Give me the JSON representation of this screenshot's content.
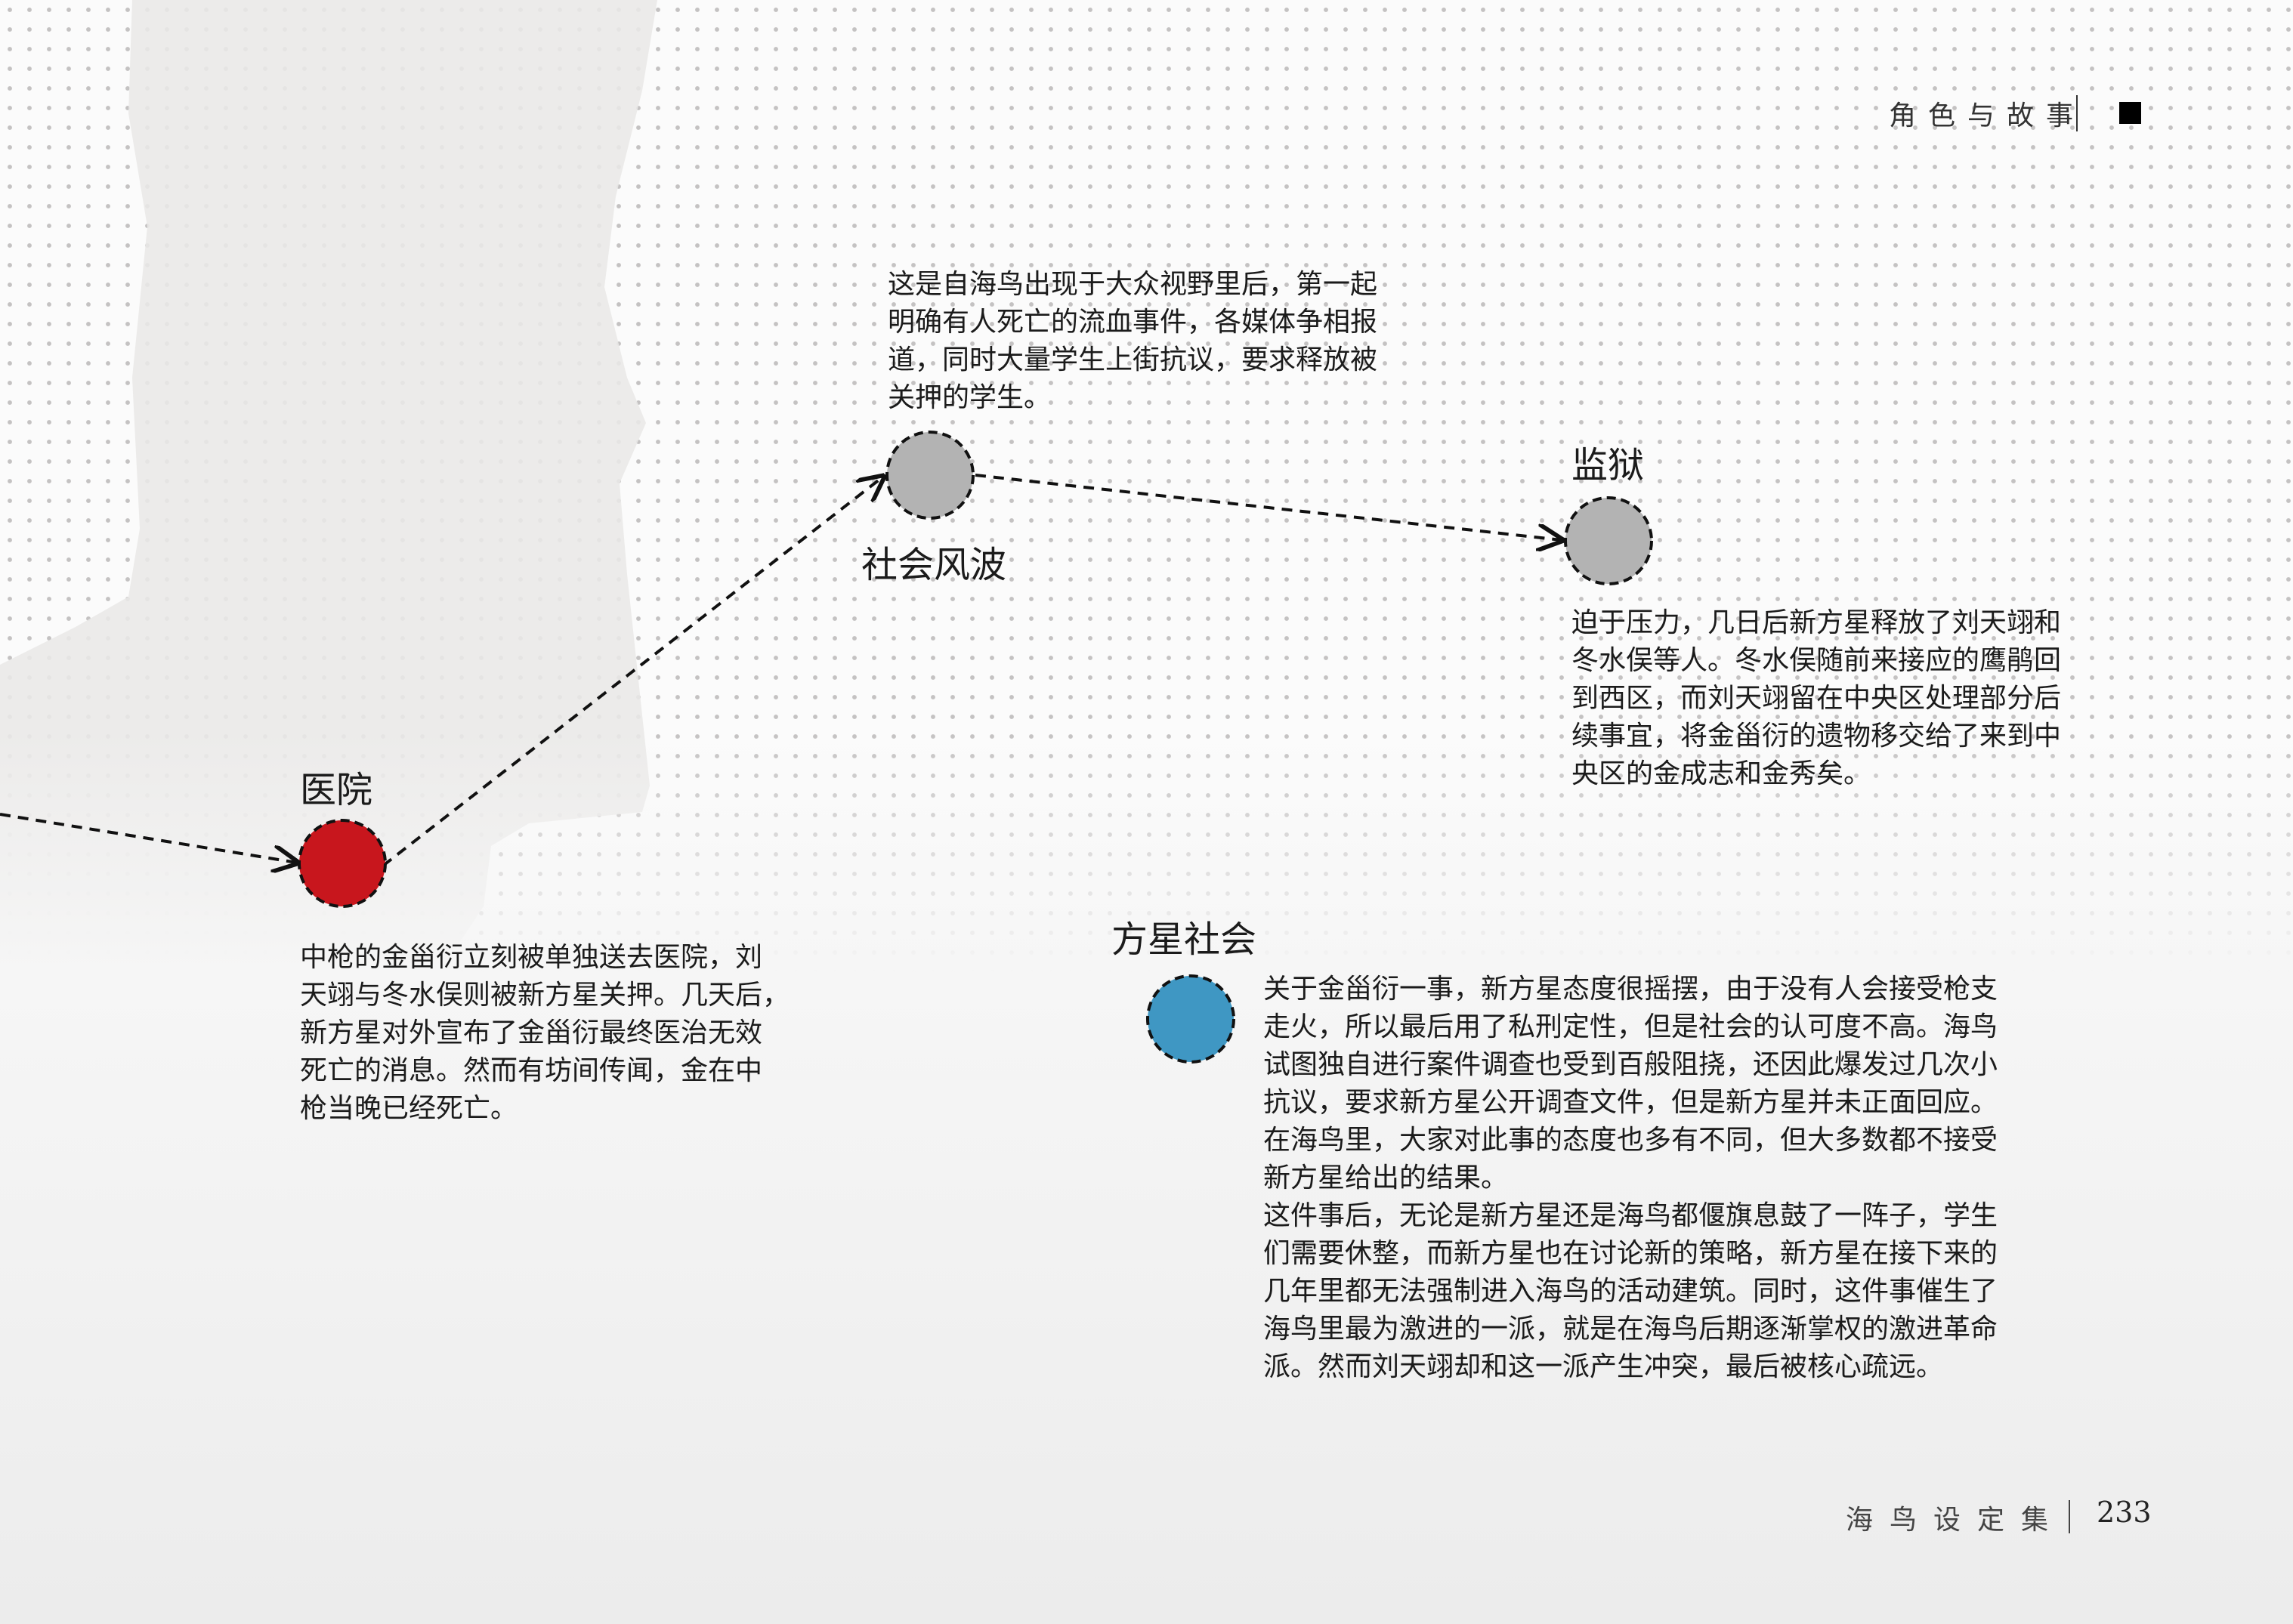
{
  "header": {
    "section_title": "角色与故事"
  },
  "footer": {
    "book_title": "海鸟设定集",
    "page_number": "233"
  },
  "colors": {
    "hospital": "#c8161d",
    "neutral": "#b3b3b3",
    "society": "#3f97c3"
  },
  "nodes": {
    "social_unrest": {
      "label": "社会风波",
      "text": [
        "这是自海鸟出现于大众视野里后，第一起",
        "明确有人死亡的流血事件，各媒体争相报",
        "道，同时大量学生上街抗议，要求释放被",
        "关押的学生。"
      ]
    },
    "prison": {
      "label": "监狱",
      "text": [
        "迫于压力，几日后新方星释放了刘天翊和",
        "冬水俣等人。冬水俣随前来接应的鹰鹃回",
        "到西区，而刘天翊留在中央区处理部分后",
        "续事宜，将金甾衍的遗物移交给了来到中",
        "央区的金成志和金秀矣。"
      ]
    },
    "hospital": {
      "label": "医院",
      "text": [
        "中枪的金甾衍立刻被单独送去医院，刘",
        "天翊与冬水俣则被新方星关押。几天后，",
        "新方星对外宣布了金甾衍最终医治无效",
        "死亡的消息。然而有坊间传闻，金在中",
        "枪当晚已经死亡。"
      ]
    },
    "fangxing_society": {
      "label": "方星社会",
      "text": [
        "关于金甾衍一事，新方星态度很摇摆，由于没有人会接受枪支",
        "走火，所以最后用了私刑定性，但是社会的认可度不高。海鸟",
        "试图独自进行案件调查也受到百般阻挠，还因此爆发过几次小",
        "抗议，要求新方星公开调查文件，但是新方星并未正面回应。",
        "在海鸟里，大家对此事的态度也多有不同，但大多数都不接受",
        "新方星给出的结果。",
        "这件事后，无论是新方星还是海鸟都偃旗息鼓了一阵子，学生",
        "们需要休整，而新方星也在讨论新的策略，新方星在接下来的",
        "几年里都无法强制进入海鸟的活动建筑。同时，这件事催生了",
        "海鸟里最为激进的一派，就是在海鸟后期逐渐掌权的激进革命",
        "派。然而刘天翊却和这一派产生冲突，最后被核心疏远。"
      ]
    }
  }
}
